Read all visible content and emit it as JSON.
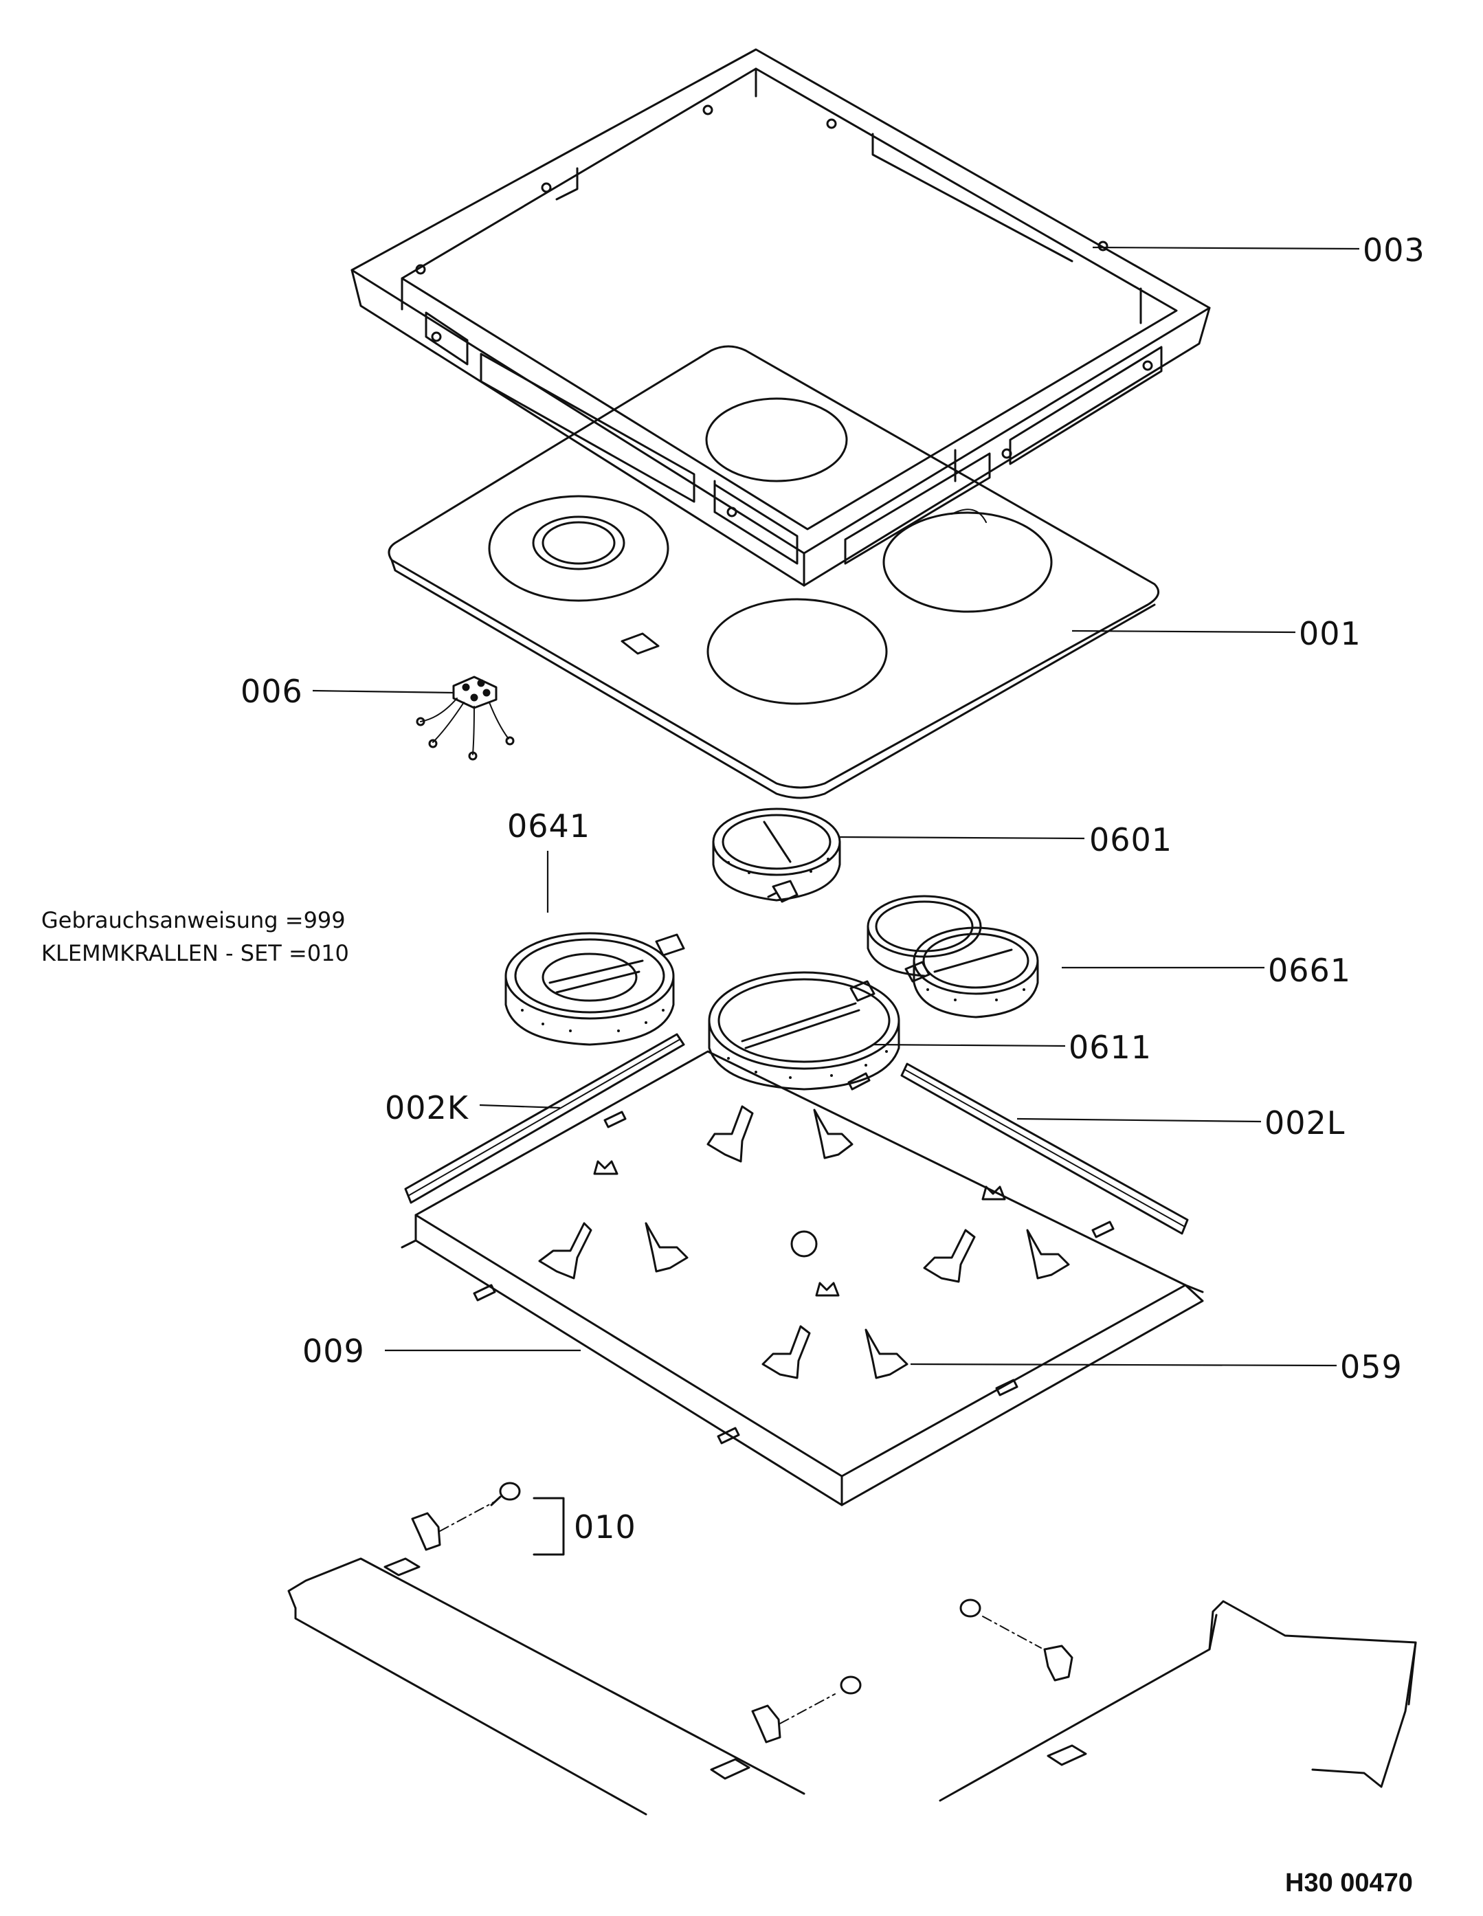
{
  "diagram": {
    "drawing_number": "H30 00470",
    "notes": {
      "manual": "Gebrauchsanweisung =999",
      "clamp_set": "KLEMMKRALLEN - SET =010"
    },
    "labels": {
      "frame": "003",
      "glass_top": "001",
      "terminal_block": "006",
      "heater_0641": "0641",
      "heater_0601": "0601",
      "heater_0661": "0661",
      "heater_0611": "0611",
      "rail_left": "002K",
      "rail_right": "002L",
      "tray": "009",
      "clips": "059",
      "clamp_set": "010"
    }
  }
}
